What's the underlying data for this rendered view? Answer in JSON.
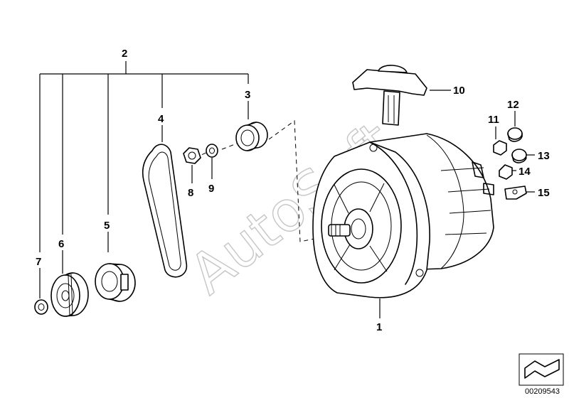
{
  "watermark": "AutoSoft",
  "reference_number": "00209543",
  "callouts": {
    "c1": "1",
    "c2": "2",
    "c3": "3",
    "c4": "4",
    "c5": "5",
    "c6": "6",
    "c7": "7",
    "c8": "8",
    "c9": "9",
    "c10": "10",
    "c11": "11",
    "c12": "12",
    "c13": "13",
    "c14": "14",
    "c15": "15"
  },
  "icons": {
    "corner": "folded-page-icon"
  }
}
